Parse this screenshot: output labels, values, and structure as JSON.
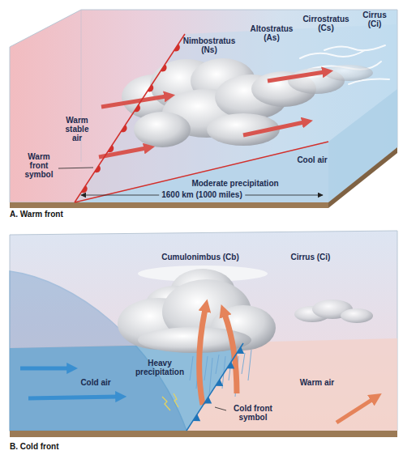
{
  "diagram": {
    "labels": [
      "Cirrus (Ci)",
      "Cirrostratus (Cs)",
      "Altostratus (As)",
      "Nimbostratus (Ns)",
      "Warm stable air",
      "Warm front symbol",
      "Cool air",
      "Moderate precipitation",
      "1600 km (1000 miles)",
      "A. Warm front",
      "Cumulonimbus (Cb)",
      "Cirrus (Ci)",
      "Heavy precipitation",
      "Cold air",
      "Warm air",
      "Cold front symbol",
      "B. Cold front"
    ]
  }
}
